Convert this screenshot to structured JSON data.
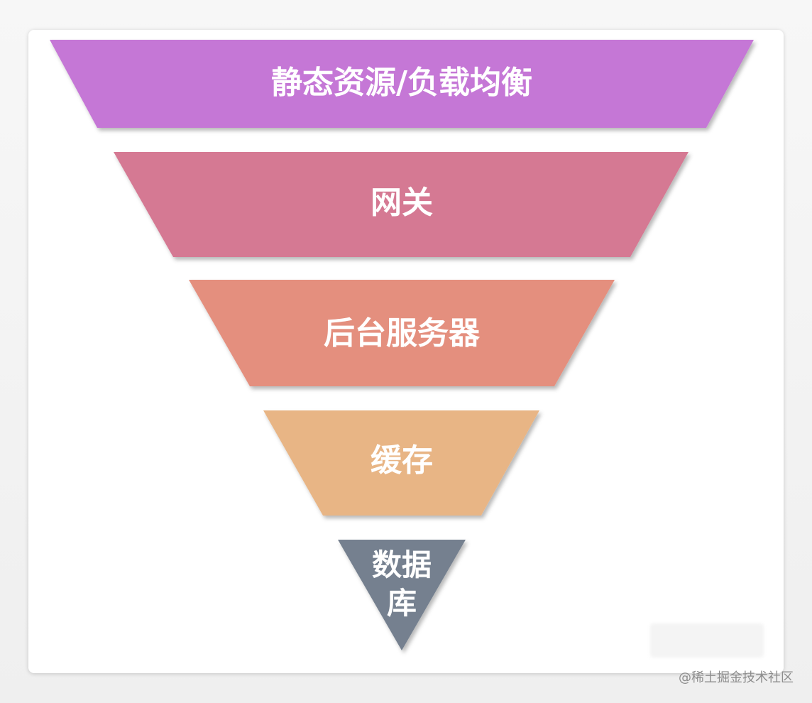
{
  "funnel": {
    "layers": [
      {
        "label": "静态资源/负载均衡",
        "color": "#c577d6"
      },
      {
        "label": "网关",
        "color": "#d57993"
      },
      {
        "label": "后台服务器",
        "color": "#e48f7e"
      },
      {
        "label": "缓存",
        "color": "#e8b585"
      },
      {
        "label_lines": [
          "数据",
          "库"
        ],
        "color": "#75808f"
      }
    ]
  },
  "watermark": "@稀土掘金技术社区"
}
